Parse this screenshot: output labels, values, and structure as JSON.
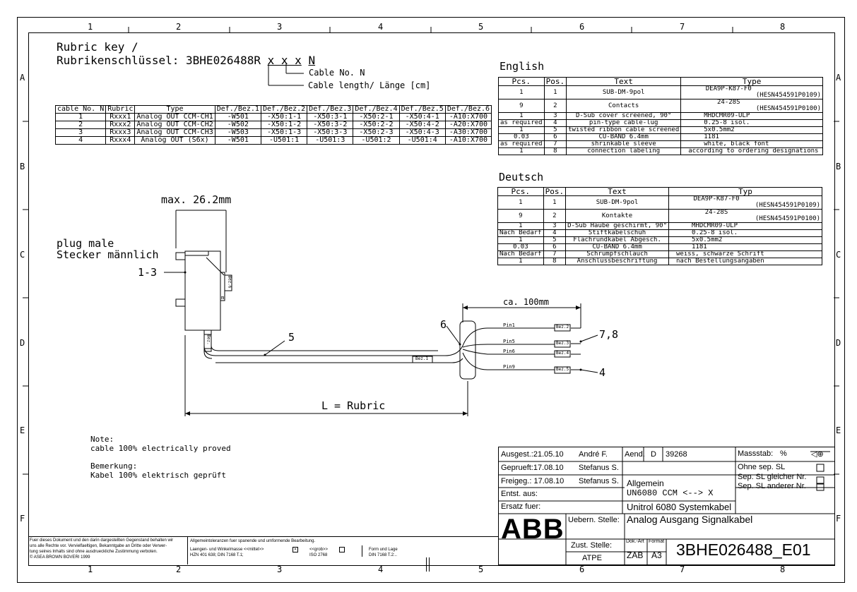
{
  "rubric": {
    "line1": "Rubric key /",
    "line2_prefix": "Rubrikenschlüssel:",
    "code": "3BHE026488R",
    "vars": "x x x",
    "n": "N",
    "cable_no": "Cable No. N",
    "cable_length": "Cable length/ Länge [cm]"
  },
  "cable_table": {
    "headers": [
      "cable No. N",
      "Rubric",
      "Type",
      "Def./Bez.1",
      "Def./Bez.2",
      "Def./Bez.3",
      "Def./Bez.4",
      "Def./Bez.5",
      "Def./Bez.6"
    ],
    "rows": [
      [
        "1",
        "Rxxx1",
        "Analog OUT CCM-CH1",
        "-W501",
        "-X50:1-1",
        "-X50:3-1",
        "-X50:2-1",
        "-X50:4-1",
        "-A10:X700"
      ],
      [
        "2",
        "Rxxx2",
        "Analog OUT CCM-CH2",
        "-W502",
        "-X50:1-2",
        "-X50:3-2",
        "-X50:2-2",
        "-X50:4-2",
        "-A20:X700"
      ],
      [
        "3",
        "Rxxx3",
        "Analog OUT CCM-CH3",
        "-W503",
        "-X50:1-3",
        "-X50:3-3",
        "-X50:2-3",
        "-X50:4-3",
        "-A30:X700"
      ],
      [
        "4",
        "Rxxx4",
        "Analog OUT (S6x)",
        "-W501",
        "-U501:1",
        "-U501:3",
        "-U501:2",
        "-U501:4",
        "-A10:X700"
      ]
    ]
  },
  "english": {
    "title": "English",
    "headers": [
      "Pcs.",
      "Pos.",
      "Text",
      "Type"
    ],
    "rows": [
      [
        "1",
        "1",
        "SUB-DM-9pol",
        "DEA9P-K87-F0",
        "(HESN454591P0109)"
      ],
      [
        "9",
        "2",
        "Contacts",
        "24-28S",
        "(HESN454591P0100)"
      ],
      [
        "1",
        "3",
        "D-Sub cover screened, 90°",
        "MHDCMR09-ULP",
        ""
      ],
      [
        "as required",
        "4",
        "pin-type cable-lug",
        "0.25-8 isol.",
        ""
      ],
      [
        "1",
        "5",
        "twisted ribbon cable screened",
        "5x0.5mm2",
        ""
      ],
      [
        "0.03",
        "6",
        "CU-BAND 6.4mm",
        "1181",
        ""
      ],
      [
        "as required",
        "7",
        "shrinkable sleeve",
        "white, black font",
        ""
      ],
      [
        "1",
        "8",
        "connection labeling",
        "according to ordering designations",
        ""
      ]
    ]
  },
  "deutsch": {
    "title": "Deutsch",
    "headers": [
      "Pcs.",
      "Pos.",
      "Text",
      "Typ"
    ],
    "rows": [
      [
        "1",
        "1",
        "SUB-DM-9pol",
        "DEA9P-K87-F0",
        "(HESN454591P0109)"
      ],
      [
        "9",
        "2",
        "Kontakte",
        "24-28S",
        "(HESN454591P0100)"
      ],
      [
        "1",
        "3",
        "D-Sub Haube geschirmt, 90°",
        "MHDCMR09-ULP",
        ""
      ],
      [
        "Nach Bedarf",
        "4",
        "Stiftkabelschuh",
        "0.25-8 isol.",
        ""
      ],
      [
        "1",
        "5",
        "Flachrundkabel Abgesch.",
        "5x0.5mm2",
        ""
      ],
      [
        "0.03",
        "6",
        "CU-BAND 6.4mm",
        "1181",
        ""
      ],
      [
        "Nach Bedarf",
        "7",
        "Schrumpfschlauch",
        "weiss, schwarze Schrift",
        ""
      ],
      [
        "1",
        "8",
        "Anschlussbeschriftung",
        "nach Bestellungsangaben",
        ""
      ]
    ]
  },
  "drawing": {
    "max": "max. 26.2mm",
    "plug1": "plug male",
    "plug2": "Stecker männlich",
    "ref13": "1-3",
    "ref5": "5",
    "ref6": "6",
    "ref78": "7,8",
    "ref4": "4",
    "ca": "ca. 100mm",
    "length": "L = Rubric",
    "pins": [
      "Pin1",
      "Pin5",
      "Pin6",
      "Pin9"
    ],
    "bez": [
      "Bez.2",
      "Bez.3",
      "Bez.4",
      "Bez.5"
    ],
    "bez1": "Bez.1",
    "bez6": "Bez.6",
    "bezv": "Bez.",
    "m": "m"
  },
  "notes": {
    "en1": "Note:",
    "en2": "cable 100% electrically proved",
    "de1": "Bemerkung:",
    "de2": "Kabel 100% elektrisch geprüft"
  },
  "zones": {
    "cols": [
      "1",
      "2",
      "3",
      "4",
      "5",
      "6",
      "7",
      "8"
    ],
    "rows": [
      "A",
      "B",
      "C",
      "D",
      "E",
      "F"
    ]
  },
  "fineprint": {
    "legal": [
      "Fuer dieses Dokument und den darin dargestellten Gegenstand behalten wir",
      "uns alle Rechte vor. Vervielfaeltigen, Bekanntgabe an Dritte oder Verwer-",
      "tung seines Inhalts sind ohne ausdrueckliche Zustimmung verboten.",
      "©  ASEA BROWN BOVERI 1999"
    ],
    "tol": "Allgemeintoleranzen fuer spanende und umformende Bearbeitung.",
    "tol2": "Laengen- und Winkelmasse <<mittel>>",
    "tol3": "HZN 401 638;        DIN 7168 T.1;",
    "grob": "<<grob>>",
    "iso": "ISO 2768",
    "form": "Form und Lage",
    "din": "DIN 7168 T.2:.."
  },
  "titleblock": {
    "ausgest": "Ausgest.:21.05.10",
    "ausgest_name": "André F.",
    "aend": "Aend.",
    "d": "D",
    "aend_no": "39268",
    "massstab": "Massstab:",
    "pct": "%",
    "geprueft": "Geprueft:17.08.10",
    "geprueft_name": "Stefanus S.",
    "ohne": "Ohne sep. SL",
    "freigeg": "Freigeg.: 17.08.10",
    "freigeg_name": "Stefanus S.",
    "allgemein": "Allgemein",
    "sep_gleich": "Sep. SL gleicher Nr.",
    "sep_anders": "Sep. SL anderer Nr.",
    "entst": "Entst. aus:",
    "un6080": "UN6080 CCM <--> X",
    "ersatz": "Ersatz fuer:",
    "title1": "Unitrol 6080 Systemkabel",
    "uebern": "Uebern. Stelle:",
    "title2": "Analog Ausgang Signalkabel",
    "logo": "ABB",
    "zust": "Zust. Stelle:",
    "atpe": "ATPE",
    "dokart": "Dok.-Art",
    "format": "Format",
    "zab": "ZAB",
    "a3": "A3",
    "docno": "3BHE026488_E01"
  }
}
